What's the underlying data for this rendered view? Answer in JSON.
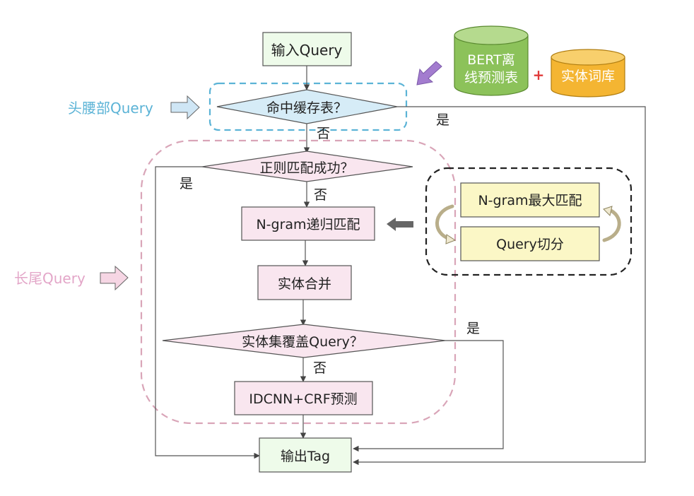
{
  "colors": {
    "flow_line": "#555555",
    "head_region": "#5bb3d6",
    "tail_region": "#d9a5b8",
    "aux_region": "#222222",
    "green_box": "#eefbea",
    "pink_box": "#f9e6ef",
    "blue_diamond": "#d6ecf7",
    "yellow_box": "#fbf7c6",
    "bert_db": "#8cc25a",
    "entity_db": "#f4b532",
    "purple_arrow": "#a37ccf",
    "gray_arrow": "#666666",
    "plus": "#e03a3a",
    "head_text": "#5bb3d6",
    "tail_text": "#e3a6c8"
  },
  "nodes": {
    "input": "输入Query",
    "cache_check": "命中缓存表？",
    "regex_check": "正则匹配成功？",
    "ngram_recursive": "N-gram递归匹配",
    "entity_merge": "实体合并",
    "coverage_check": "实体集覆盖Query？",
    "idcnn_crf": "IDCNN+CRF预测",
    "output": "输出Tag"
  },
  "databases": {
    "bert_line1": "BERT离",
    "bert_line2": "线预测表",
    "plus": "+",
    "entity_lexicon": "实体词库"
  },
  "aux_process": {
    "ngram_max": "N-gram最大匹配",
    "query_split": "Query切分"
  },
  "regions": {
    "head_label": "头腰部Query",
    "tail_label": "长尾Query"
  },
  "edge_labels": {
    "cache_yes": "是",
    "cache_no": "否",
    "regex_yes": "是",
    "regex_no": "否",
    "coverage_yes": "是",
    "coverage_no": "否"
  }
}
